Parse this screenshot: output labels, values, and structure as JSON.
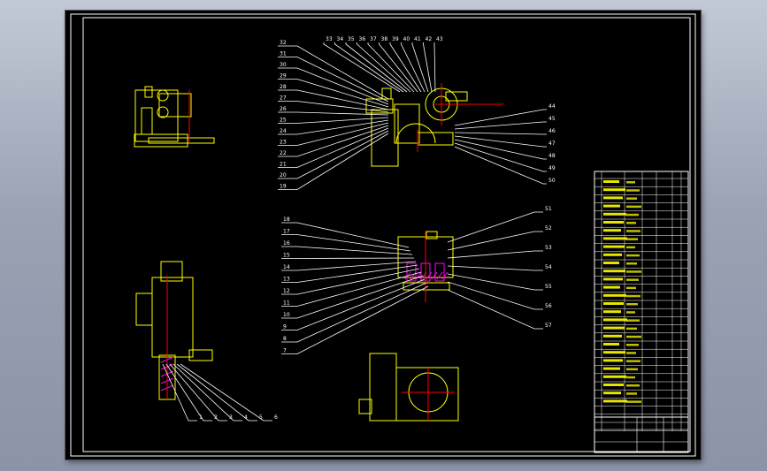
{
  "window": {
    "title": "",
    "background_color": "#9aa2b4",
    "sheet_color": "#000000"
  },
  "drawing": {
    "colors": {
      "border": "#ffffff",
      "part": "#ffff00",
      "leader": "#ffffff",
      "section": "#ff0000",
      "hatch": "#ff00ff",
      "label": "#ffffff"
    },
    "balloon_labels": {
      "left_group": [
        "1",
        "2",
        "3",
        "4",
        "5",
        "6"
      ],
      "top_left_series": [
        "32",
        "31",
        "30",
        "29",
        "28",
        "27",
        "26",
        "25",
        "24",
        "23",
        "22",
        "21",
        "20",
        "19"
      ],
      "top_right_series": [
        "33",
        "34",
        "35",
        "36",
        "37",
        "38",
        "39",
        "40",
        "41",
        "42",
        "43",
        "44",
        "45",
        "46",
        "47",
        "48",
        "49",
        "50"
      ],
      "middle_left_series": [
        "18",
        "17",
        "16",
        "15",
        "14",
        "13",
        "12",
        "11",
        "10",
        "9",
        "8",
        "7"
      ],
      "middle_right_series": [
        "51",
        "52",
        "53",
        "54",
        "55",
        "56",
        "57"
      ]
    }
  }
}
